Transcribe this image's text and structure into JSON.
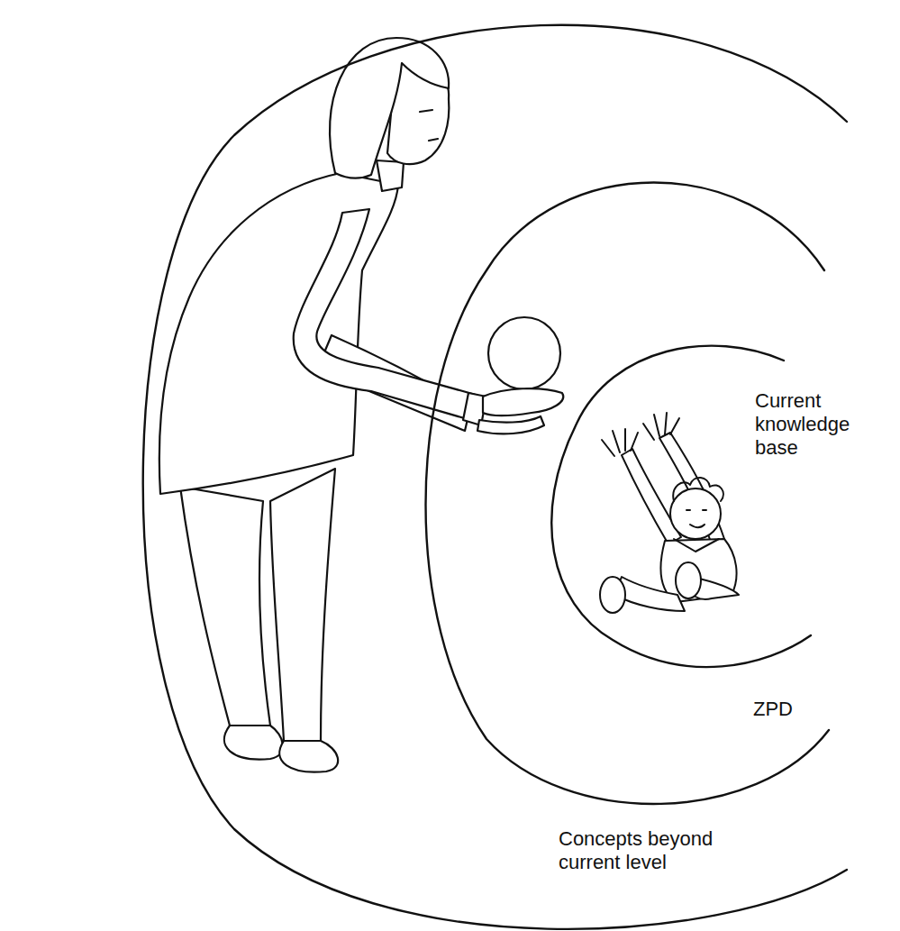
{
  "diagram": {
    "nodes": [
      {
        "text": [
          "Concepts beyond current level"
        ]
      },
      {
        "text": [
          "ZPD"
        ],
        "in": 0
      },
      {
        "text": [
          "Current knowledge base"
        ],
        "in": 1
      }
    ]
  }
}
